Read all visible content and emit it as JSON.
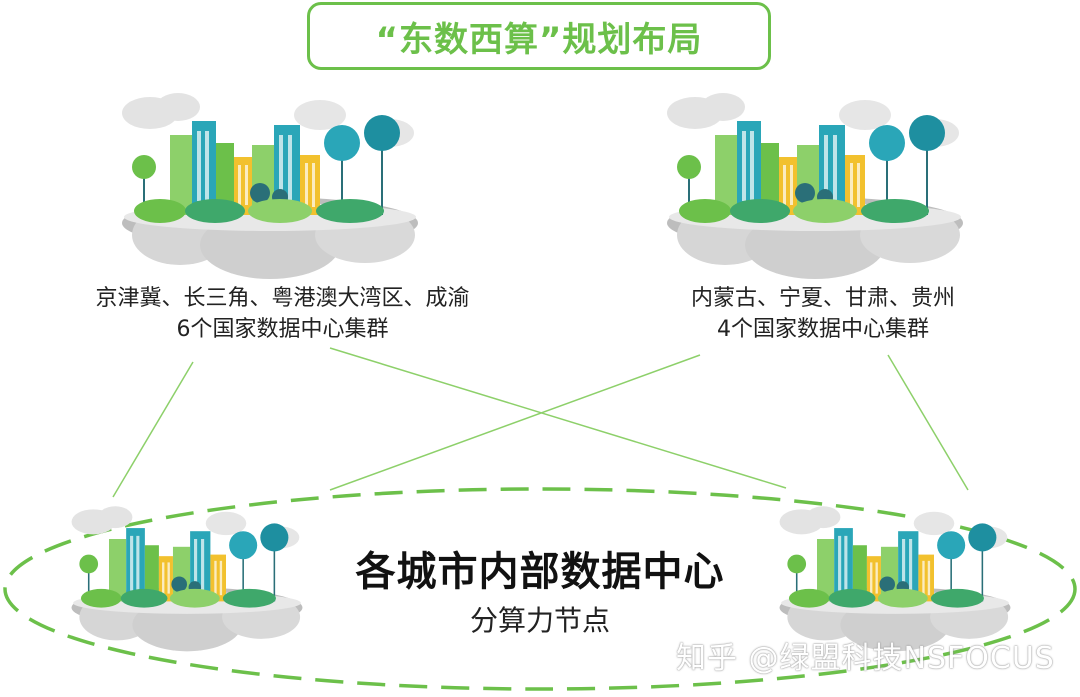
{
  "title": "“东数西算”规划布局",
  "left_group": {
    "line1": "京津冀、长三角、粤港澳大湾区、成渝",
    "line2": "6个国家数据中心集群"
  },
  "right_group": {
    "line1": "内蒙古、宁夏、甘肃、贵州",
    "line2": "4个国家数据中心集群"
  },
  "center": {
    "title": "各城市内部数据中心",
    "subtitle": "分算力节点"
  },
  "watermark": "知乎 @绿盟科技NSFOCUS",
  "colors": {
    "accent_green": "#6cc04a",
    "teal": "#2aa6b8",
    "cloud_gray": "#d9d9d9"
  },
  "icons": [
    "city-island-icon",
    "city-island-icon",
    "city-island-icon",
    "city-island-icon"
  ]
}
